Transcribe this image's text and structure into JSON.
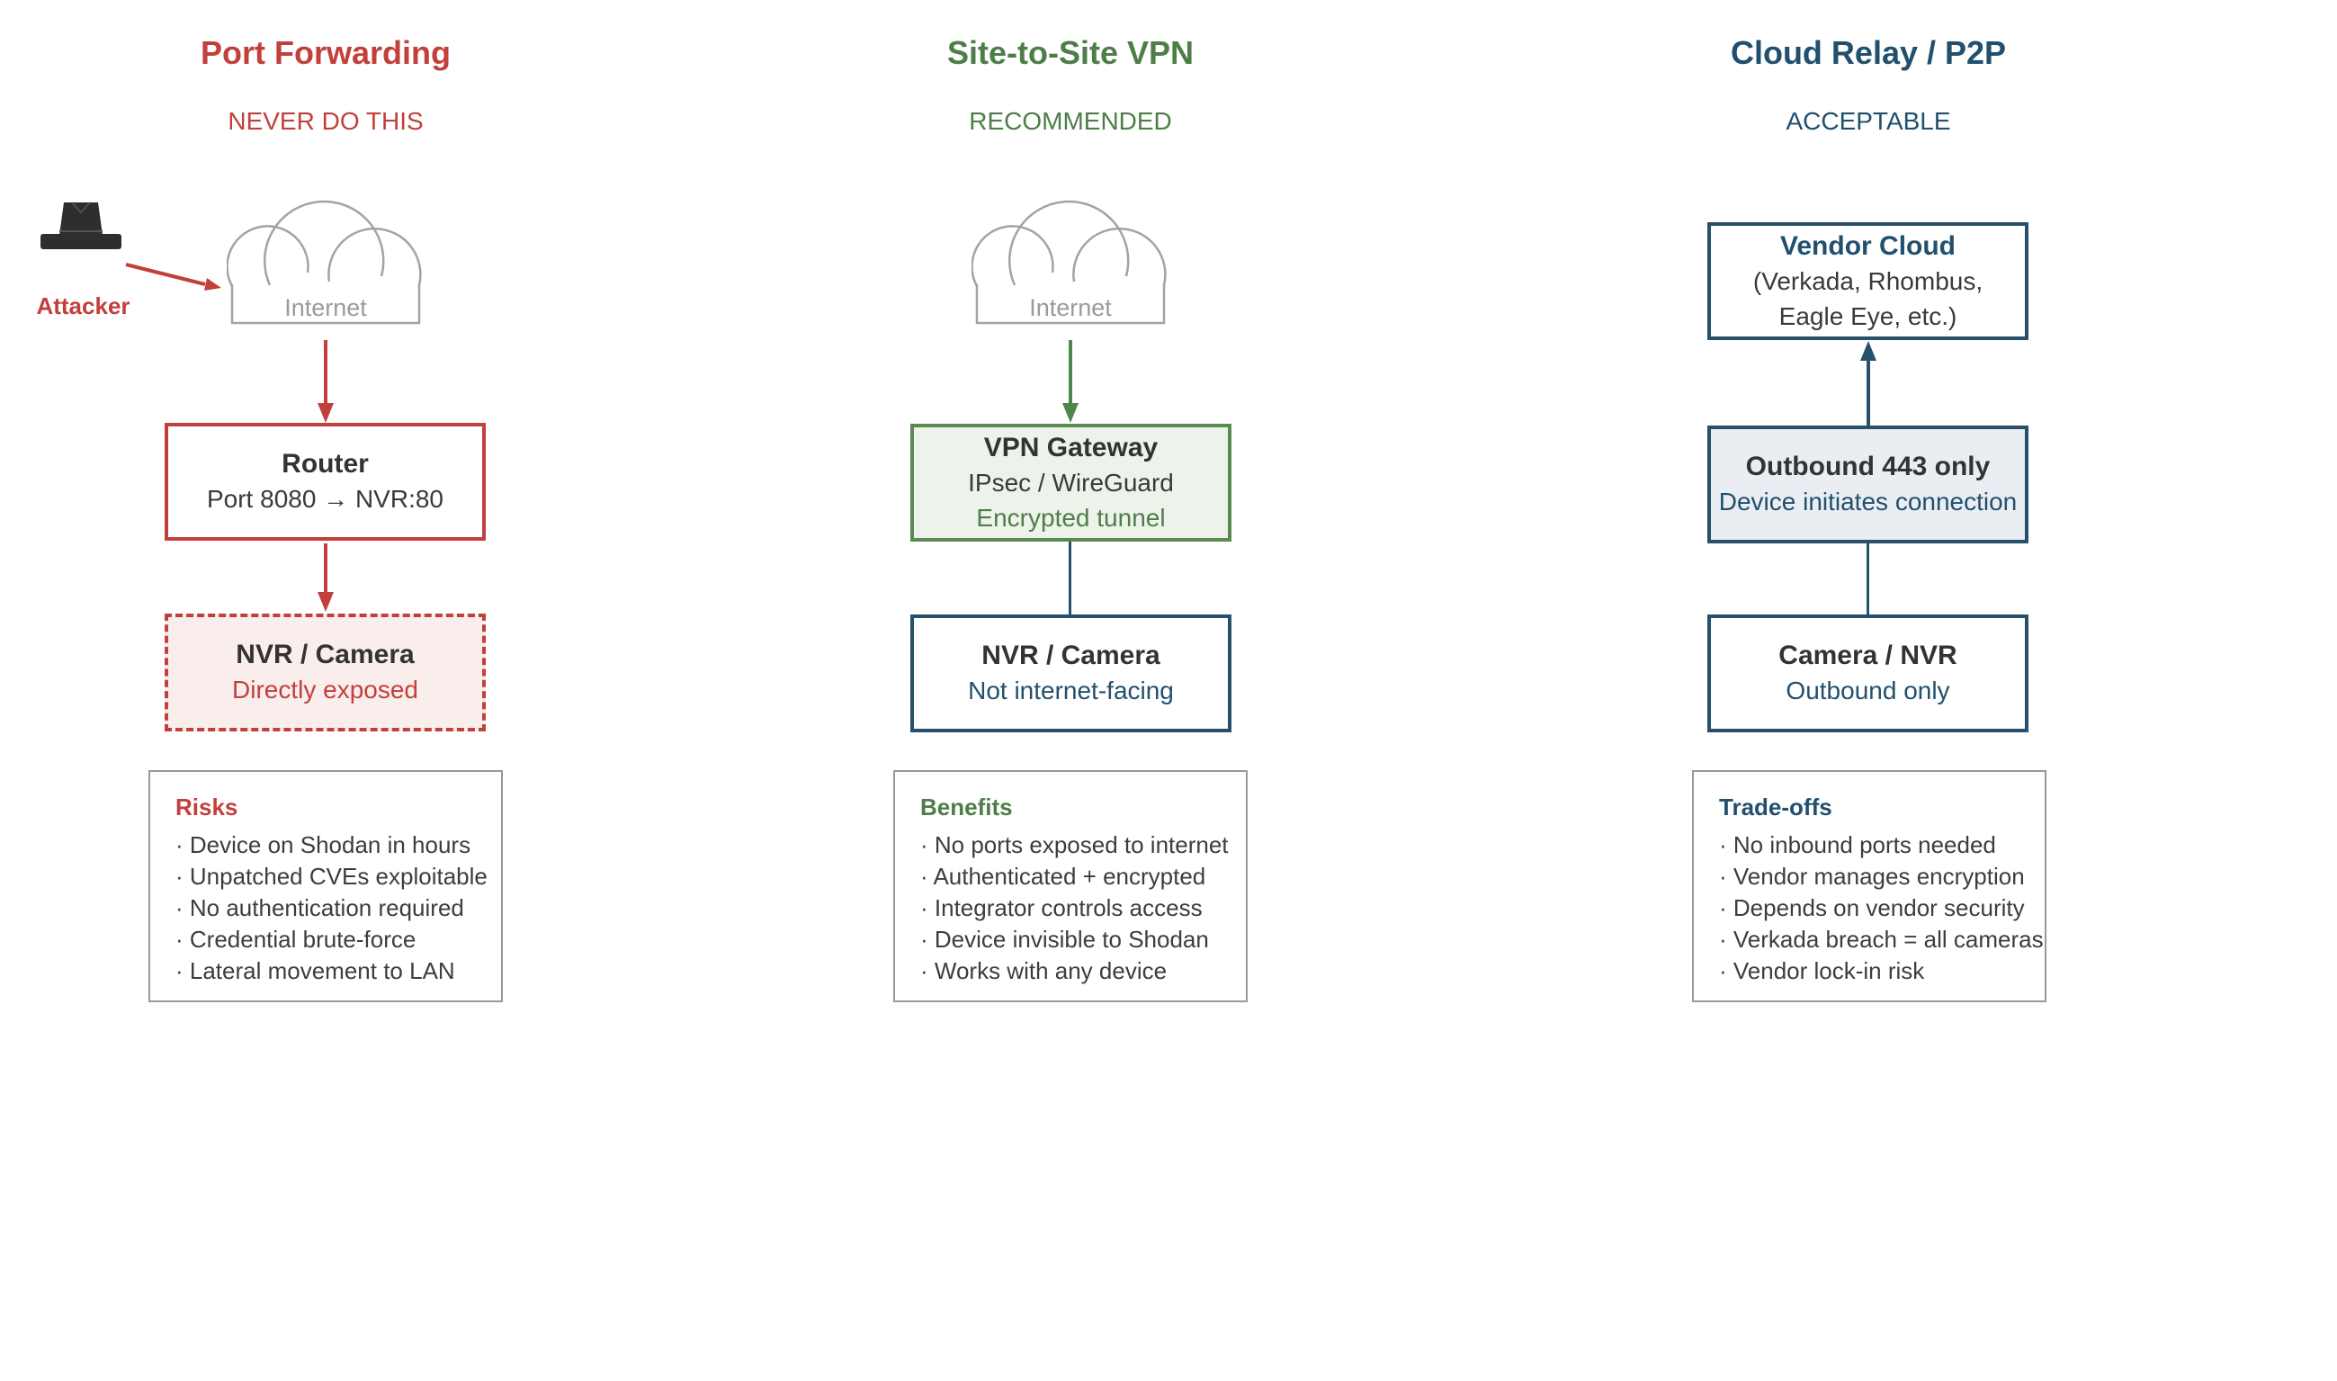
{
  "colors": {
    "red": "#c2403c",
    "red_fill": "#faeeec",
    "green_border": "#5a8a52",
    "green_text": "#4e7e48",
    "green_fill": "#edf2ea",
    "navy": "#27506b",
    "navy_fill": "#eaeef3",
    "cloud_gray": "#a3a3a3",
    "dark_text": "#3a3a3a",
    "list_border": "#999999"
  },
  "columns": [
    {
      "title": "Port Forwarding",
      "subtitle": "NEVER DO THIS",
      "attacker_label": "Attacker",
      "internet_label": "Internet",
      "router": {
        "title": "Router",
        "line2": "Port 8080 → NVR:80"
      },
      "device": {
        "title": "NVR / Camera",
        "status": "Directly exposed"
      },
      "list": {
        "title": "Risks",
        "items": [
          "· Device on Shodan in hours",
          "· Unpatched CVEs exploitable",
          "· No authentication required",
          "· Credential brute-force",
          "· Lateral movement to LAN"
        ]
      }
    },
    {
      "title": "Site-to-Site VPN",
      "subtitle": "RECOMMENDED",
      "internet_label": "Internet",
      "gateway": {
        "title": "VPN Gateway",
        "line2": "IPsec / WireGuard",
        "status": "Encrypted tunnel"
      },
      "device": {
        "title": "NVR / Camera",
        "status": "Not internet-facing"
      },
      "list": {
        "title": "Benefits",
        "items": [
          "· No ports exposed to internet",
          "· Authenticated + encrypted",
          "· Integrator controls access",
          "· Device invisible to Shodan",
          "· Works with any device"
        ]
      }
    },
    {
      "title": "Cloud Relay / P2P",
      "subtitle": "ACCEPTABLE",
      "vendor_cloud": {
        "title": "Vendor Cloud",
        "line2": "(Verkada, Rhombus,",
        "line3": "Eagle Eye, etc.)"
      },
      "outbound": {
        "title": "Outbound 443 only",
        "status": "Device initiates connection"
      },
      "device": {
        "title": "Camera / NVR",
        "status": "Outbound only"
      },
      "list": {
        "title": "Trade-offs",
        "items": [
          "· No inbound ports needed",
          "· Vendor manages encryption",
          "· Depends on vendor security",
          "· Verkada breach = all cameras",
          "· Vendor lock-in risk"
        ]
      }
    }
  ]
}
